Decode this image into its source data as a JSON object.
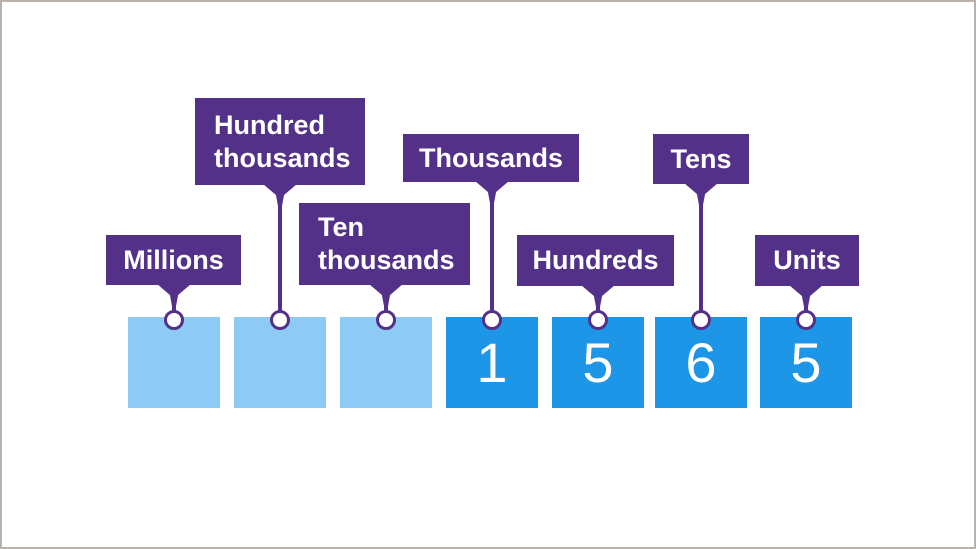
{
  "colors": {
    "purple": "#533189",
    "light-blue": "#8dcbf4",
    "dark-blue": "#1d96e8",
    "frame-border": "#b8b2aa",
    "background": "#ffffff",
    "label-text": "#ffffff",
    "digit-text": "#ffffff"
  },
  "diagram": {
    "labels": [
      {
        "id": "millions",
        "text": "Millions"
      },
      {
        "id": "hundred-thousands",
        "text": "Hundred\nthousands"
      },
      {
        "id": "ten-thousands",
        "text": "Ten\nthousands"
      },
      {
        "id": "thousands",
        "text": "Thousands"
      },
      {
        "id": "hundreds",
        "text": "Hundreds"
      },
      {
        "id": "tens",
        "text": "Tens"
      },
      {
        "id": "units",
        "text": "Units"
      }
    ],
    "squares": [
      {
        "place": "millions",
        "digit": "",
        "shade": "light"
      },
      {
        "place": "hundred-thousands",
        "digit": "",
        "shade": "light"
      },
      {
        "place": "ten-thousands",
        "digit": "",
        "shade": "light"
      },
      {
        "place": "thousands",
        "digit": "1",
        "shade": "dark"
      },
      {
        "place": "hundreds",
        "digit": "5",
        "shade": "dark"
      },
      {
        "place": "tens",
        "digit": "6",
        "shade": "dark"
      },
      {
        "place": "units",
        "digit": "5",
        "shade": "dark"
      }
    ]
  }
}
